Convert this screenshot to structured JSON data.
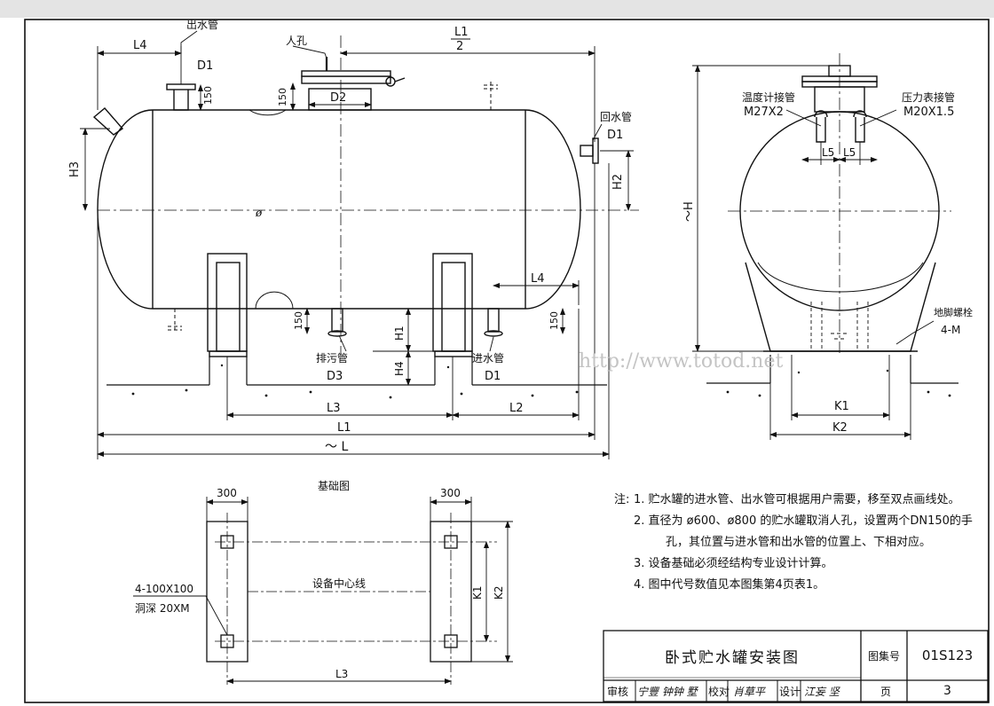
{
  "main_view": {
    "labels": {
      "outlet_pipe": "出水管",
      "manhole": "人孔",
      "return_pipe": "回水管",
      "drain_pipe": "排污管",
      "inlet_pipe": "进水管",
      "temp_gauge_pipe": "温度计接管",
      "pressure_gauge_pipe": "压力表接管",
      "anchor_bolt": "地脚螺栓"
    },
    "dims": {
      "l4_top": "L4",
      "d1_outlet": "D1",
      "h150_outlet": "150",
      "h150_manhole": "150",
      "d2": "D2",
      "l1_half_num": "L1",
      "l1_half_den": "2",
      "h3": "H3",
      "h2": "H2",
      "d1_return": "D1",
      "phi": "ø",
      "l4_right": "L4",
      "h150_drain": "150",
      "h1": "H1",
      "h4": "H4",
      "h150_inlet": "150",
      "d3": "D3",
      "d1_inlet": "D1",
      "l3": "L3",
      "l2": "L2",
      "l1": "L1",
      "l_total": "～ L"
    }
  },
  "side_view": {
    "dims": {
      "m27": "M27X2",
      "m20": "M20X1.5",
      "l5_left": "L5",
      "l5_right": "L5",
      "h_total": "～H",
      "k1": "K1",
      "k2": "K2",
      "bolt_spec": "4-M"
    }
  },
  "watermark": "http://www.totod.net",
  "foundation": {
    "title": "基础图",
    "w300_left": "300",
    "w300_right": "300",
    "hole_spec": "4-100X100",
    "hole_depth": "洞深 20XM",
    "center_line": "设备中心线",
    "k1": "K1",
    "k2": "K2",
    "l3": "L3"
  },
  "notes": {
    "prefix": "注:",
    "items": [
      {
        "num": "1.",
        "text": "贮水罐的进水管、出水管可根据用户需要，移至双点画线处。"
      },
      {
        "num": "2.",
        "text": "直径为 ø600、ø800 的贮水罐取消人孔，设置两个DN150的手"
      },
      {
        "num": "",
        "text": "孔，其位置与进水管和出水管的位置上、下相对应。"
      },
      {
        "num": "3.",
        "text": "设备基础必须经结构专业设计计算。"
      },
      {
        "num": "4.",
        "text": "图中代号数值见本图集第4页表1。"
      }
    ]
  },
  "title_block": {
    "title": "卧式贮水罐安装图",
    "atlas_label": "图集号",
    "atlas_no": "01S123",
    "review_label": "审核",
    "review_sig": "宁豐 钟钟 墅",
    "check_label": "校对",
    "check_sig": "肖草平",
    "design_label": "设计",
    "design_sig": "江妄 坚",
    "page_label": "页",
    "page_no": "3"
  }
}
